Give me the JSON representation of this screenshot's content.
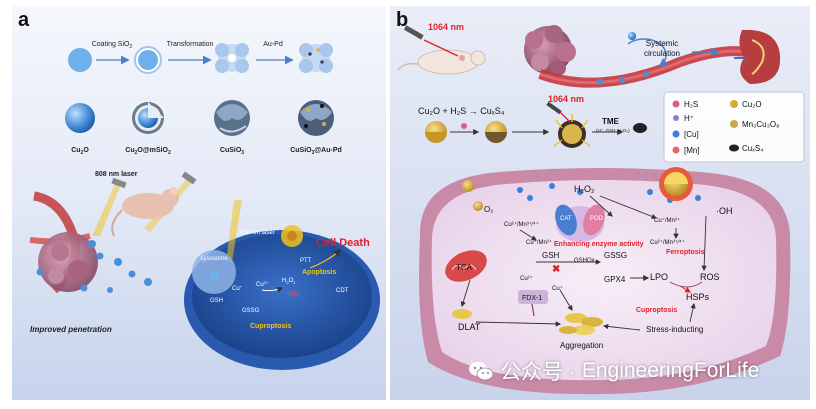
{
  "colors": {
    "panel_a_bg_top": "#f4f6fb",
    "panel_a_bg_bottom": "#c9d6ee",
    "panel_b_bg": "#d4dcf0",
    "cell_membrane": "#c98aa8",
    "cytoplasm": "#f1e4f2",
    "sphere_blue": "#4a90d9",
    "alert_red": "#e0202a",
    "highlight_yellow": "#f2c21b",
    "arrow_dark": "#333333"
  },
  "panel_a": {
    "label": "a",
    "steps": {
      "coating": "Coating SiO",
      "coating_sub": "2",
      "transformation": "Transformation",
      "aupd": "Au-Pd"
    },
    "materials": {
      "cu2o": [
        "Cu",
        "2",
        "O"
      ],
      "cu2o_msio2": [
        "Cu",
        "2",
        "O@mSiO",
        "2"
      ],
      "cusio3": [
        "CuSiO",
        "3"
      ],
      "cusio3_aupd": [
        "CuSiO",
        "3",
        "@Au-Pd"
      ]
    },
    "laser": "808 nm laser",
    "penetration": "Improved penetration",
    "cell": {
      "laser_inner": "808 nm laser",
      "lysosome": "Lysosome",
      "cu_plus": "Cu",
      "cu_plus_sup": "+",
      "cu2_plus": "Cu",
      "cu2_plus_sup": "2+",
      "gsh": "GSH",
      "gssg": "GSSG",
      "h2o2": "H",
      "h2o2_sub1": "2",
      "h2o2_mid": "O",
      "h2o2_sub2": "2",
      "oh": "·OH",
      "ptt": "PTT",
      "cdt": "CDT",
      "apoptosis": "Apoptosis",
      "cuproptosis": "Cuproptosis",
      "cell_death": "Cell Death"
    }
  },
  "panel_b": {
    "label": "b",
    "laser_top": "1064 nm",
    "laser_mid": "1064 nm",
    "systemic": "Systemic",
    "circulation": "circulation",
    "reaction": "Cu₂O + H₂S → CuₓS₄",
    "tme": "TME",
    "tme_sub": "(H⁺, GSH, H₂O₂)",
    "legend": [
      {
        "symbol": "H₂S",
        "color": "#e05a8a"
      },
      {
        "symbol": "Cu₂O",
        "color": "#d7a935"
      },
      {
        "symbol": "H⁺",
        "color": "#8f7bd6"
      },
      {
        "symbol": "Mn₃Cu₃O₈",
        "color": "#c9a94a"
      },
      {
        "symbol": "[Cu]",
        "color": "#3b7fd8"
      },
      {
        "symbol": "[Mn]",
        "color": "#e06a5a"
      },
      {
        "symbol": "CuₓS₄",
        "color": "#222222"
      }
    ],
    "cell": {
      "h2o2": "H₂O₂",
      "o2": "O₂",
      "cu_mn_a": "Cu²⁺/Mn³⁺⁄⁴⁺",
      "cu_mn_b": "Cu⁺/Mn²⁺",
      "cu_mn_c": "Cu⁺/Mn²⁺",
      "cu_mn_d": "Cu²⁺/Mn³⁺⁄⁴⁺",
      "oh": "·OH",
      "cat": "CAT",
      "pod": "POD",
      "enhancing": "Enhancing enzyme activity",
      "gsh": "GSH",
      "gshox": "GSHOx",
      "gssg": "GSSG",
      "ferroptosis": "Ferroptosis",
      "lpo": "LPO",
      "ros": "ROS",
      "gpx4": "GPX4",
      "tca": "TCA",
      "cu2p": "Cu²⁺",
      "cup": "Cu⁺",
      "fdx1": "FDX-1",
      "hsps": "HSPs",
      "cuproptosis": "Cuproptosis",
      "dlat": "DLAT",
      "aggregation": "Aggregation",
      "stress": "Stress-inducting"
    }
  },
  "watermark": {
    "prefix": "公众号 · ",
    "name": "EngineeringForLife"
  }
}
